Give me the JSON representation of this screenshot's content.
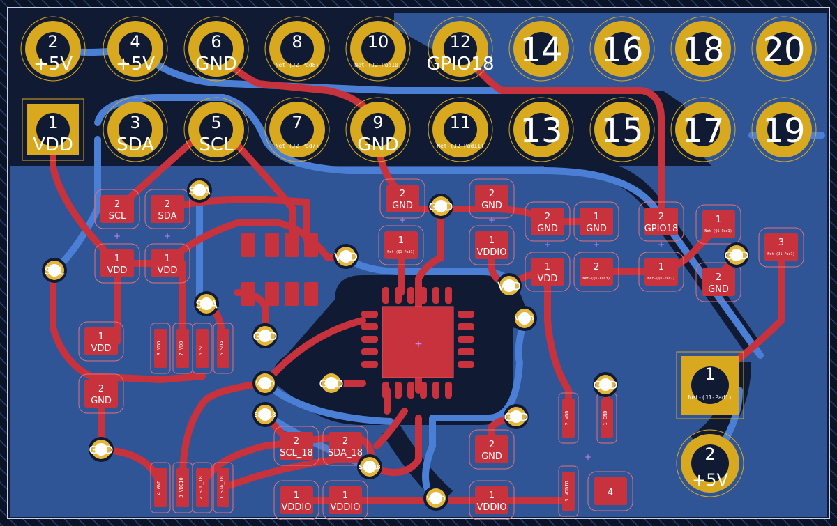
{
  "colors": {
    "background": "#0b1326",
    "copper_back": "#2f5597",
    "copper_front": "#c8323c",
    "trace_back": "#4b7fd6",
    "pad_gold": "#d8a91e",
    "via_gold": "#e4b63a",
    "text": "#ffffff"
  },
  "header": {
    "top_row": [
      {
        "num": "2",
        "net": "+5V"
      },
      {
        "num": "4",
        "net": "+5V"
      },
      {
        "num": "6",
        "net": "GND"
      },
      {
        "num": "8",
        "net": "Net-(J2-Pad8)"
      },
      {
        "num": "10",
        "net": "Net-(J2-Pad10)"
      },
      {
        "num": "12",
        "net": "GPIO18"
      },
      {
        "num": "14",
        "net": ""
      },
      {
        "num": "16",
        "net": ""
      },
      {
        "num": "18",
        "net": ""
      },
      {
        "num": "20",
        "net": ""
      }
    ],
    "bottom_row": [
      {
        "num": "1",
        "net": "VDD"
      },
      {
        "num": "3",
        "net": "SDA"
      },
      {
        "num": "5",
        "net": "SCL"
      },
      {
        "num": "7",
        "net": "Net-(J2-Pad7)"
      },
      {
        "num": "9",
        "net": "GND"
      },
      {
        "num": "11",
        "net": "Net-(J2-Pad11)"
      },
      {
        "num": "13",
        "net": ""
      },
      {
        "num": "15",
        "net": ""
      },
      {
        "num": "17",
        "net": ""
      },
      {
        "num": "19",
        "net": ""
      }
    ]
  },
  "smd_pads": [
    {
      "num": "2",
      "net": "SCL"
    },
    {
      "num": "2",
      "net": "SDA"
    },
    {
      "num": "1",
      "net": "VDD"
    },
    {
      "num": "1",
      "net": "VDD"
    },
    {
      "num": "1",
      "net": "VDD"
    },
    {
      "num": "2",
      "net": "GND"
    },
    {
      "num": "2",
      "net": "GND"
    },
    {
      "num": "2",
      "net": "GND"
    },
    {
      "num": "2",
      "net": "GND"
    },
    {
      "num": "1",
      "net": "GND"
    },
    {
      "num": "2",
      "net": "GPIO18"
    },
    {
      "num": "1",
      "net": "Net-(Q1-Pad1)"
    },
    {
      "num": "1",
      "net": "VDDIO"
    },
    {
      "num": "1",
      "net": "VDD"
    },
    {
      "num": "2",
      "net": "Net-(Q1-Pad3)"
    },
    {
      "num": "1",
      "net": "Net-(Q1-Pad2)"
    },
    {
      "num": "1",
      "net": "Net-(Q1-Pad1)"
    },
    {
      "num": "2",
      "net": "GND"
    },
    {
      "num": "3",
      "net": "Net-(J1-Pad1)"
    },
    {
      "num": "2",
      "net": "GND"
    },
    {
      "num": "2",
      "net": "SCL_18"
    },
    {
      "num": "2",
      "net": "SDA_18"
    },
    {
      "num": "1",
      "net": "VDDIO"
    },
    {
      "num": "1",
      "net": "VDDIO"
    },
    {
      "num": "1",
      "net": "VDDIO"
    },
    {
      "num": "4",
      "net": ""
    }
  ],
  "connector_left": [
    {
      "num": "8",
      "net": "VDD"
    },
    {
      "num": "7",
      "net": "VDD"
    },
    {
      "num": "6",
      "net": "SCL"
    },
    {
      "num": "5",
      "net": "SDA"
    }
  ],
  "connector_bottom": [
    {
      "num": "4",
      "net": "GND"
    },
    {
      "num": "3",
      "net": "VDDIO"
    },
    {
      "num": "2",
      "net": "SCL_18"
    },
    {
      "num": "1",
      "net": "SDA_18"
    }
  ],
  "connector_right": [
    {
      "num": "2",
      "net": "VDD"
    },
    {
      "num": "1",
      "net": "GND"
    },
    {
      "num": "3",
      "net": "VDDIO"
    }
  ],
  "vias": [
    "SDA",
    "SCL",
    "SDA",
    "VDD",
    "GND",
    "GND",
    "VDD",
    "VDDIO",
    "GND",
    "VDDIO",
    "GND",
    "SDA_18",
    "SDA_18",
    "GND",
    "GND",
    "GND",
    "GND",
    "VDDIO"
  ],
  "j1": [
    {
      "num": "1",
      "net": "Net-(J1-Pad1)"
    },
    {
      "num": "2",
      "net": "+5V"
    }
  ]
}
